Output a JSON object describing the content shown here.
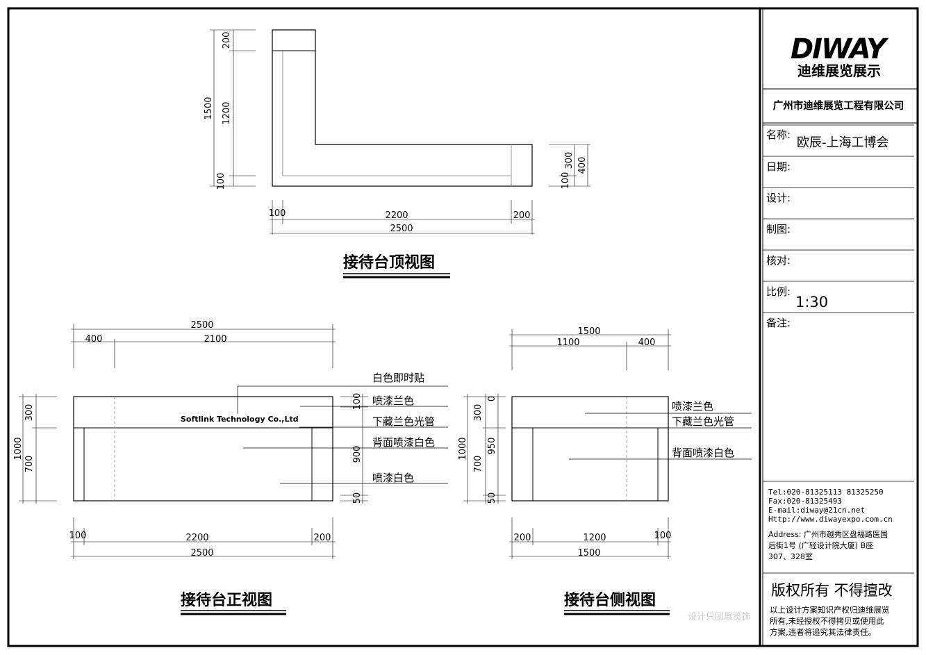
{
  "logo": {
    "brand": "DIWAY",
    "subtitle": "迪维展览展示"
  },
  "company": "广州市迪维展览工程有限公司",
  "title_block": {
    "name_label": "名称:",
    "name_value": "欧辰-上海工博会",
    "date_label": "日期:",
    "design_label": "设计:",
    "drawing_label": "制图:",
    "check_label": "核对:",
    "scale_label": "比例:",
    "scale_value": "1:30",
    "notes_label": "备注:"
  },
  "contact": {
    "tel": "Tel:020-81325113 81325250",
    "fax": "Fax:020-81325493",
    "email": "E-mail:diway@21cn.net",
    "http": "Http://www.diwayexpo.com.cn",
    "address_1": "Address: 广州市越秀区盘福路医国",
    "address_2": "后街1号 (广轻设计院大厦) B座",
    "address_3": "307、328室"
  },
  "copyright": {
    "heading": "版权所有 不得擅改",
    "text_1": "以上设计方案知识产权归迪维展览",
    "text_2": "所有,未经授权不得拷贝或使用此",
    "text_3": "方案,违者将追究其法律责任。"
  },
  "watermark": "设计只团展览饰",
  "views": {
    "top": {
      "title": "接待台顶视图",
      "dims": {
        "d200a": "200",
        "d1500": "1500",
        "d1200": "1200",
        "d100a": "100",
        "d300": "300",
        "d400": "400",
        "d100b": "100",
        "w100": "100",
        "w2200": "2200",
        "w200": "200",
        "w2500": "2500"
      }
    },
    "front": {
      "title": "接待台正视图",
      "company_label": "Softlink Technology Co.,Ltd",
      "dims": {
        "t2500": "2500",
        "t400": "400",
        "t2100": "2100",
        "l300": "300",
        "l1000": "1000",
        "l700": "700",
        "r100": "100",
        "r900": "900",
        "r50": "50",
        "b100": "100",
        "b2200": "2200",
        "b200": "200",
        "b2500": "2500"
      },
      "labels": {
        "white_sticker": "白色即时贴",
        "spray_blue": "喷漆兰色",
        "blue_tube": "下藏兰色光管",
        "back_white": "背面喷漆白色",
        "spray_white": "喷漆白色"
      }
    },
    "side": {
      "title": "接待台侧视图",
      "dims": {
        "t1500": "1500",
        "t1100": "1100",
        "t400": "400",
        "l0": "0",
        "l300": "300",
        "l1000": "1000",
        "l950": "950",
        "l700": "700",
        "l50": "50",
        "b200": "200",
        "b1200": "1200",
        "b100": "100",
        "b1500": "1500"
      },
      "labels": {
        "spray_blue": "喷漆兰色",
        "blue_tube": "下藏兰色光管",
        "back_white": "背面喷漆白色"
      }
    }
  }
}
